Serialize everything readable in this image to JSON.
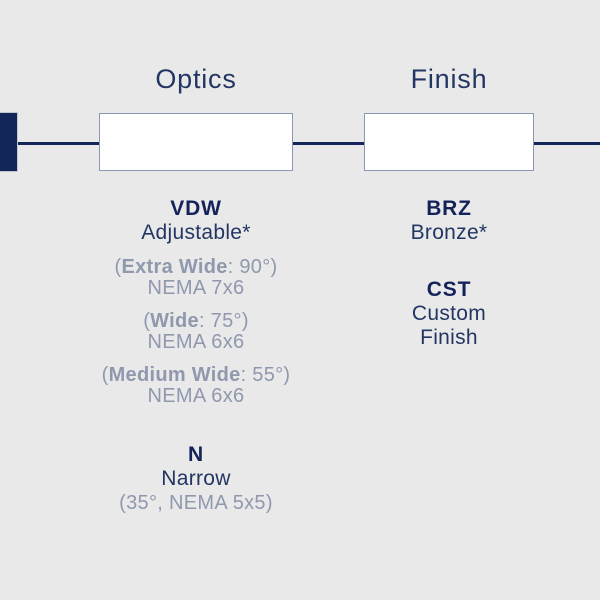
{
  "diagram": {
    "columns": [
      {
        "title": "Optics",
        "options": [
          {
            "code": "VDW",
            "name": "Adjustable*",
            "details": [
              {
                "pre": "(",
                "bold": "Extra Wide",
                "post": ": 90°)",
                "sub": "NEMA 7x6"
              },
              {
                "pre": "(",
                "bold": "Wide",
                "post": ": 75°)",
                "sub": "NEMA 6x6"
              },
              {
                "pre": "(",
                "bold": "Medium Wide",
                "post": ": 55°)",
                "sub": "NEMA 6x6"
              }
            ]
          },
          {
            "code": "N",
            "name": "Narrow",
            "details": [
              {
                "pre": "",
                "bold": "",
                "post": "(35°, NEMA 5x5)",
                "sub": ""
              }
            ]
          }
        ]
      },
      {
        "title": "Finish",
        "options": [
          {
            "code": "BRZ",
            "name": "Bronze*"
          },
          {
            "code": "CST",
            "name": "Custom Finish"
          }
        ]
      }
    ],
    "colors": {
      "background": "#e9e9e9",
      "flow_navy": "#13265a",
      "heading_navy": "#233663",
      "muted_gray": "#8f98ad",
      "box_border": "#8a97b3",
      "box_fill": "#ffffff"
    }
  }
}
